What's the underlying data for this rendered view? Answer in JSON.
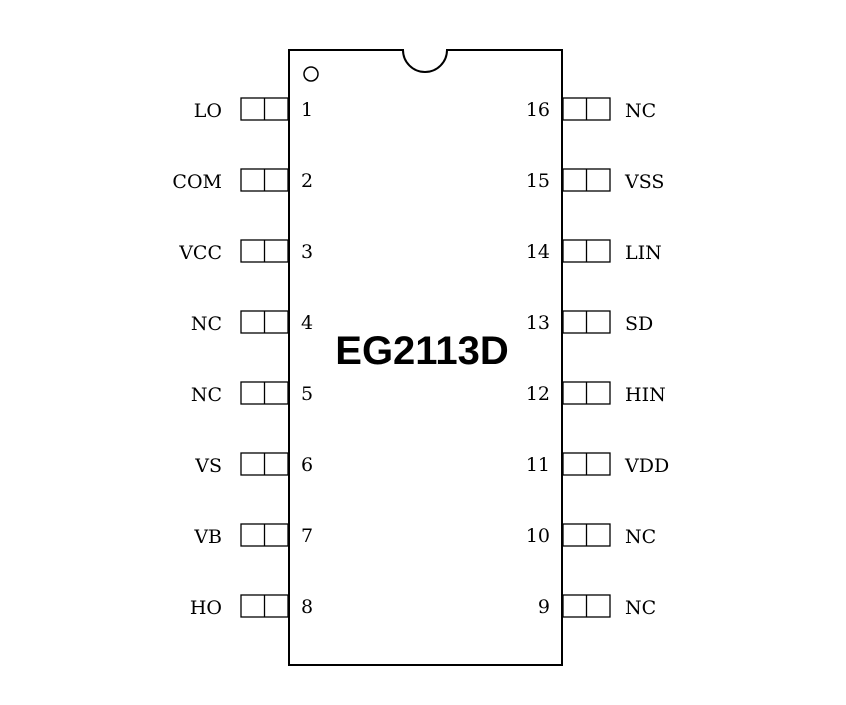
{
  "chip": {
    "name": "EG2113D"
  },
  "pins": [
    {
      "number": "1",
      "name": "LO"
    },
    {
      "number": "2",
      "name": "COM"
    },
    {
      "number": "3",
      "name": "VCC"
    },
    {
      "number": "4",
      "name": "NC"
    },
    {
      "number": "5",
      "name": "NC"
    },
    {
      "number": "6",
      "name": "VS"
    },
    {
      "number": "7",
      "name": "VB"
    },
    {
      "number": "8",
      "name": "HO"
    },
    {
      "number": "9",
      "name": "NC"
    },
    {
      "number": "10",
      "name": "NC"
    },
    {
      "number": "11",
      "name": "VDD"
    },
    {
      "number": "12",
      "name": "HIN"
    },
    {
      "number": "13",
      "name": "SD"
    },
    {
      "number": "14",
      "name": "LIN"
    },
    {
      "number": "15",
      "name": "VSS"
    },
    {
      "number": "16",
      "name": "NC"
    }
  ]
}
